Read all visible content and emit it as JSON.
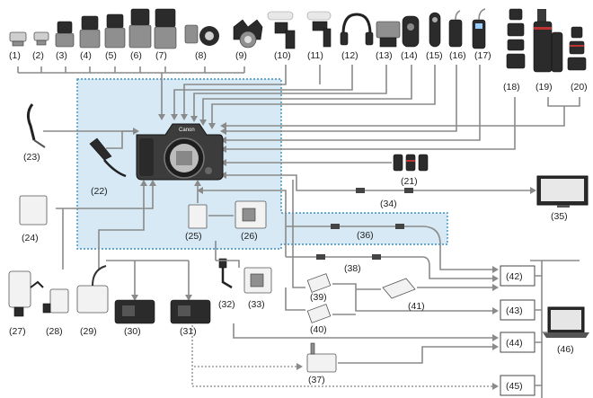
{
  "labels": {
    "n1": "(1)",
    "n2": "(2)",
    "n3": "(3)",
    "n4": "(4)",
    "n5": "(5)",
    "n6": "(6)",
    "n7": "(7)",
    "n8": "(8)",
    "n9": "(9)",
    "n10": "(10)",
    "n11": "(11)",
    "n12": "(12)",
    "n13": "(13)",
    "n14": "(14)",
    "n15": "(15)",
    "n16": "(16)",
    "n17": "(17)",
    "n18": "(18)",
    "n19": "(19)",
    "n20": "(20)",
    "n21": "(21)",
    "n22": "(22)",
    "n23": "(23)",
    "n24": "(24)",
    "n25": "(25)",
    "n26": "(26)",
    "n27": "(27)",
    "n28": "(28)",
    "n29": "(29)",
    "n30": "(30)",
    "n31": "(31)",
    "n32": "(32)",
    "n33": "(33)",
    "n34": "(34)",
    "n35": "(35)",
    "n36": "(36)",
    "n37": "(37)",
    "n38": "(38)",
    "n39": "(39)",
    "n40": "(40)",
    "n41": "(41)",
    "n42": "(42)",
    "n43": "(43)",
    "n44": "(44)",
    "n45": "(45)",
    "n46": "(46)"
  },
  "camera_brand": "Canon",
  "colors": {
    "highlight_zone": "#d6e9f5",
    "highlight_border": "#3a8fc4",
    "wire": "#8a8a8a"
  }
}
